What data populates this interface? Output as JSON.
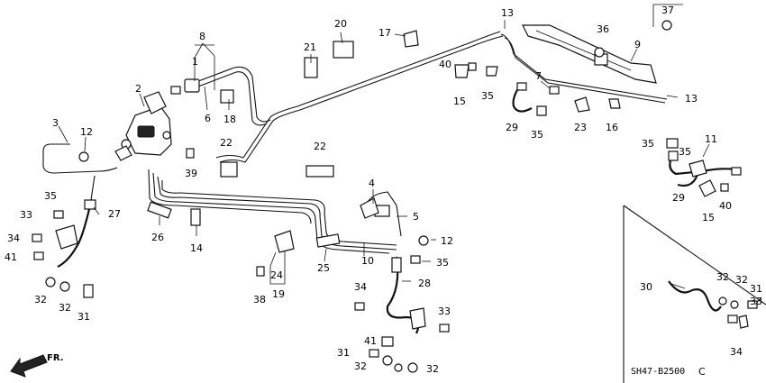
{
  "diagram_code": "SH47-B2500",
  "diagram_code_suffix": "C",
  "direction_label": "FR.",
  "callouts": [
    "1",
    "2",
    "3",
    "4",
    "5",
    "6",
    "7",
    "8",
    "9",
    "10",
    "11",
    "12",
    "12",
    "13",
    "13",
    "14",
    "15",
    "15",
    "16",
    "17",
    "18",
    "19",
    "20",
    "21",
    "22",
    "22",
    "23",
    "24",
    "25",
    "26",
    "27",
    "28",
    "29",
    "29",
    "30",
    "31",
    "31",
    "31",
    "32",
    "32",
    "32",
    "32",
    "32",
    "32",
    "33",
    "33",
    "33",
    "34",
    "34",
    "34",
    "35",
    "35",
    "35",
    "35",
    "35",
    "35",
    "36",
    "37",
    "38",
    "39",
    "40",
    "40",
    "41",
    "41"
  ]
}
